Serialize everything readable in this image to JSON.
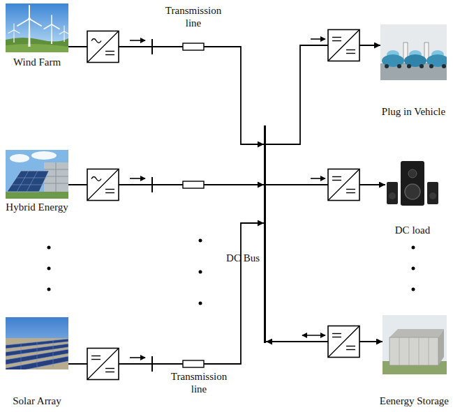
{
  "diagram": {
    "nodes": [
      {
        "text": [
          "Wind Farm"
        ]
      },
      {
        "text": [
          "Hybrid Energy"
        ]
      },
      {
        "text": [
          "Solar Array"
        ]
      },
      {
        "text": [
          "DC Bus"
        ]
      },
      {
        "text": [
          "Plug in Vehicle"
        ]
      },
      {
        "text": [
          "DC load"
        ]
      },
      {
        "text": [
          "Eenergy Storage"
        ]
      }
    ],
    "edges": [
      {
        "from": 0,
        "to": 3,
        "arrow": "to"
      },
      {
        "from": 1,
        "to": 3,
        "arrow": "to"
      },
      {
        "from": 2,
        "to": 3,
        "arrow": "to"
      },
      {
        "from": 3,
        "to": 4,
        "arrow": "to"
      },
      {
        "from": 3,
        "to": 5,
        "arrow": "to"
      },
      {
        "from": 3,
        "to": 6,
        "arrow": "both"
      }
    ],
    "labels": [
      "Transmission line",
      "Transmission line"
    ]
  }
}
